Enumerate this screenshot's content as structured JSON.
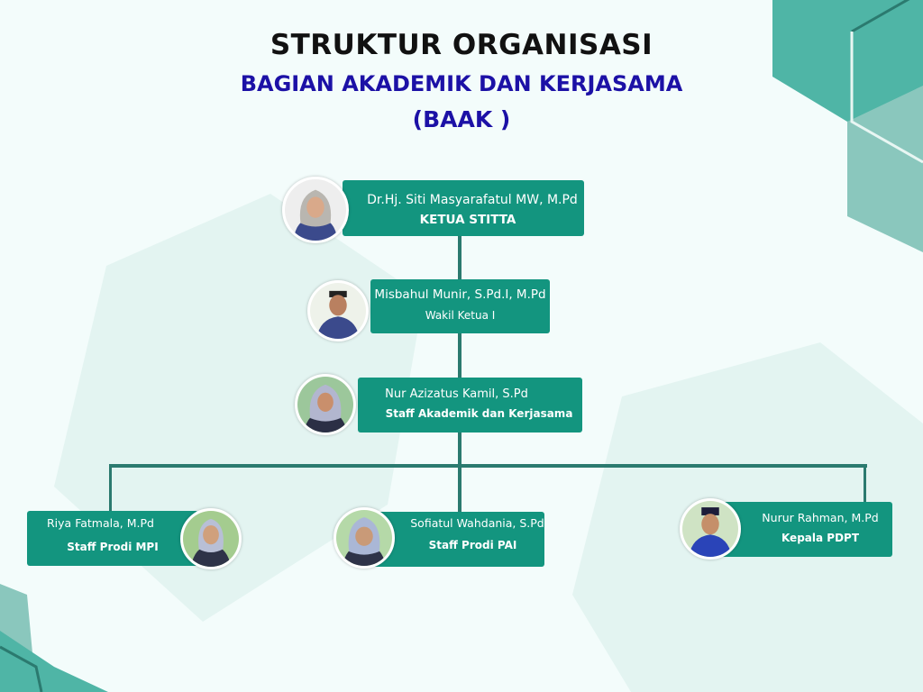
{
  "title": "STRUKTUR ORGANISASI",
  "subtitle": "BAGIAN AKADEMIK DAN KERJASAMA",
  "abbr": "(BAAK )",
  "colors": {
    "box": "#13957f",
    "line": "#2b7a6f",
    "subtitle": "#1c11a6"
  },
  "members": [
    {
      "name": "Dr.Hj. Siti Masyarafatul MW, M.Pd",
      "role": "KETUA STITTA"
    },
    {
      "name": "Misbahul Munir, S.Pd.I, M.Pd",
      "role": "Wakil Ketua I"
    },
    {
      "name": "Nur Azizatus Kamil, S.Pd",
      "role": "Staff Akademik dan Kerjasama"
    },
    {
      "name": "Riya Fatmala, M.Pd",
      "role": "Staff Prodi MPI"
    },
    {
      "name": "Sofiatul Wahdania, S.Pd",
      "role": "Staff Prodi PAI"
    },
    {
      "name": "Nurur Rahman, M.Pd",
      "role": "Kepala PDPT"
    }
  ]
}
